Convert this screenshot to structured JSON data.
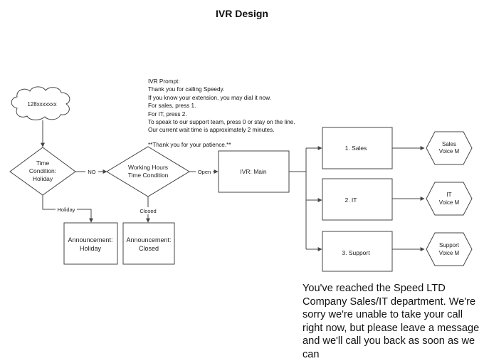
{
  "title": "IVR Design",
  "nodes": {
    "did": "128xxxxxxx",
    "time_condition": [
      "Time",
      "Condition:",
      "Holiday"
    ],
    "working_hours": [
      "Working Hours",
      "Time Condition"
    ],
    "ivr_main": "IVR:  Main",
    "announcement_holiday": [
      "Announcement:",
      "Holiday"
    ],
    "announcement_closed": [
      "Announcement:",
      "Closed"
    ],
    "sales": "1. Sales",
    "it": "2. IT",
    "support": "3. Support",
    "vm_sales": [
      "Sales",
      "Voice M"
    ],
    "vm_it": [
      "IT",
      "Voice M"
    ],
    "vm_support": [
      "Support",
      "Voice M"
    ]
  },
  "edge_labels": {
    "no": "NO",
    "open": "Open",
    "holiday": "Holiday",
    "closed": "Closed"
  },
  "ivr_prompt": {
    "lines": [
      "IVR Prompt:",
      "Thank you for calling Speedy.",
      "If you know your extension, you may dial it now.",
      "For sales, press 1.",
      "For IT, press 2.",
      "To speak to our support team, press 0 or stay on the line.",
      "Our current wait time is approximately 2 minutes."
    ],
    "footer": "**Thank you for your patience.**"
  },
  "voicemail_message": "You've reached the Speed LTD Company Sales/IT department. We're sorry we're unable to take your call right now, but please leave a message and we'll call you back as soon as we can",
  "colors": {
    "stroke": "#444444",
    "text": "#222222"
  }
}
